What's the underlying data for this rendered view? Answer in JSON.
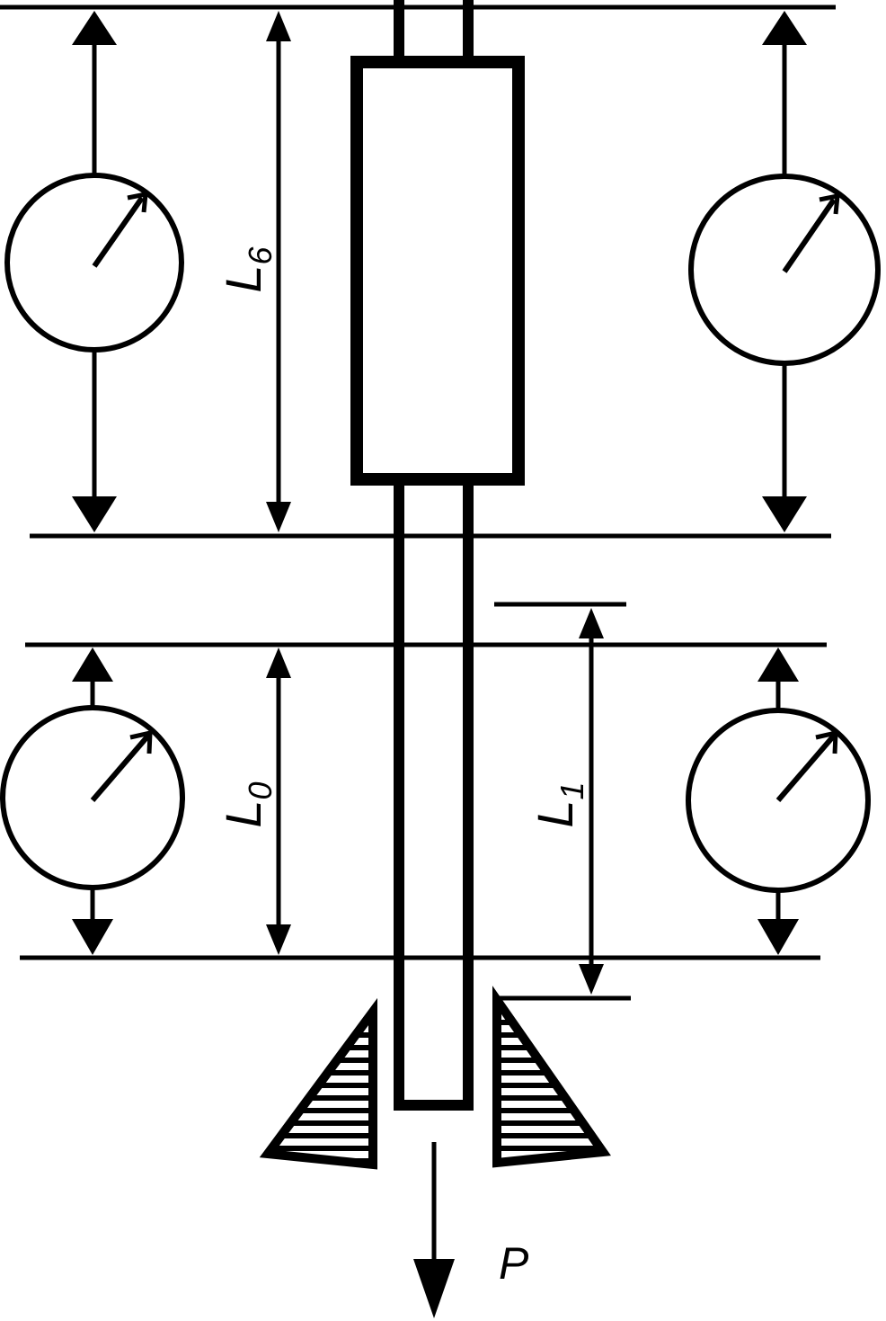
{
  "labels": {
    "l6": "L",
    "l6_sub": "6",
    "l0": "L",
    "l0_sub": "0",
    "l1": "L",
    "l1_sub": "1",
    "load": "P"
  },
  "colors": {
    "line": "#000000",
    "background": "#ffffff"
  },
  "icons": {
    "gauge": "dial-indicator-icon",
    "grip": "wedge-grip-icon",
    "load_arrow": "arrow-down-icon"
  }
}
